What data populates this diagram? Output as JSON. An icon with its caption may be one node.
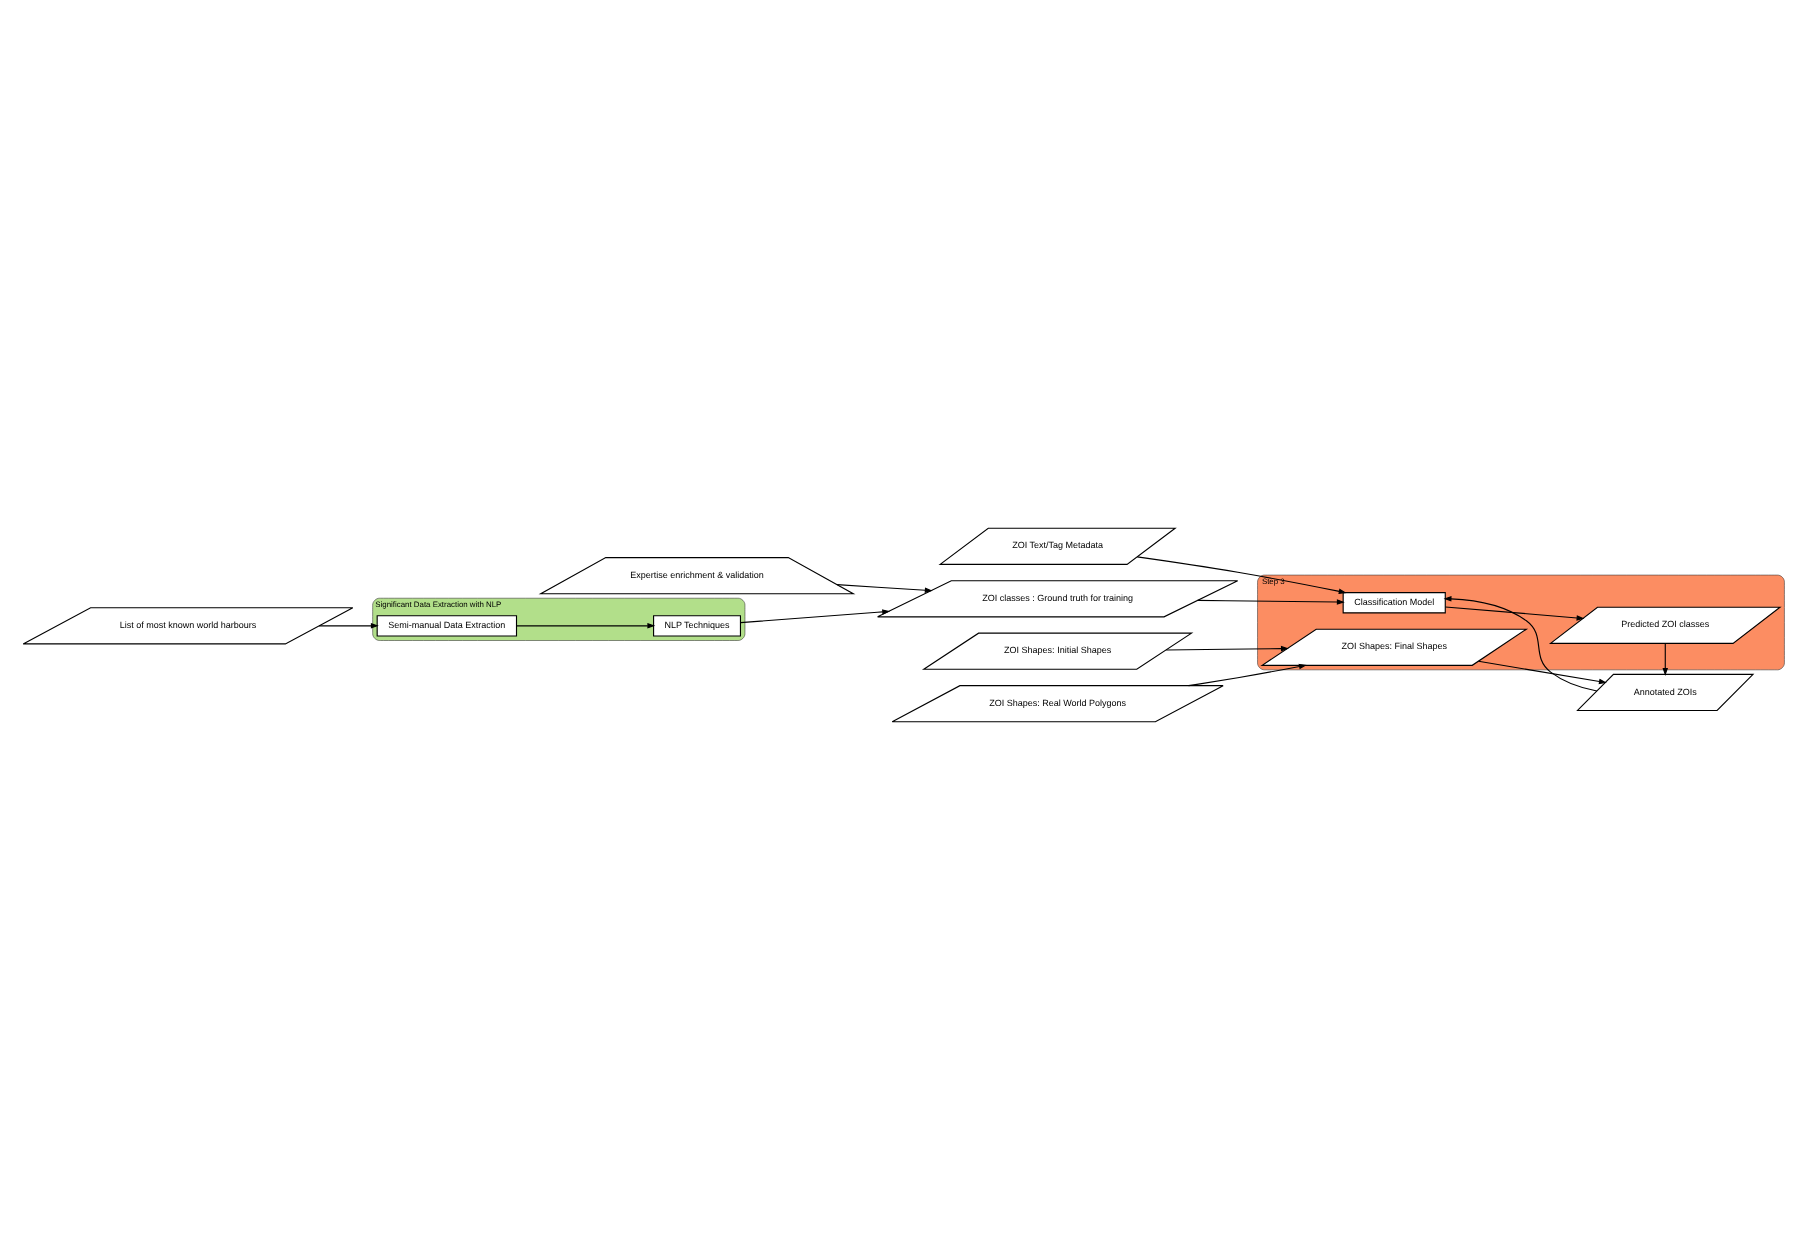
{
  "diagram": {
    "nodes": [
      {
        "text": [
          "ZOI Shapes: Initial Shapes"
        ]
      },
      {
        "text": [
          "ZOI Shapes: Real World Polygons"
        ]
      },
      {
        "text": [
          "Step 3"
        ]
      },
      {
        "text": [
          "ZOI Shapes: Final Shapes"
        ],
        "in": 2
      },
      {
        "text": [
          "ZOI Text/Tag Metadata"
        ]
      },
      {
        "text": [
          "Classification Model"
        ],
        "in": 2
      },
      {
        "text": [
          "Predicted ZOI classes"
        ],
        "in": 2
      },
      {
        "text": [
          "Annotated ZOIs"
        ]
      },
      {
        "text": [
          "Expertise enrichment & validation"
        ]
      },
      {
        "text": [
          "ZOI classes : Ground truth for training"
        ]
      },
      {
        "text": [
          "Significant Data Extraction with NLP"
        ]
      },
      {
        "text": [
          "List of most known world harbours"
        ]
      },
      {
        "text": [
          "Semi-manual Data Extraction"
        ],
        "in": 10
      },
      {
        "text": [
          "NLP Techniques"
        ],
        "in": 10
      }
    ],
    "edges": [
      {
        "from": 0,
        "to": 3,
        "arrow": "to"
      },
      {
        "from": 1,
        "to": 3,
        "arrow": "to"
      },
      {
        "from": 3,
        "to": 7,
        "arrow": "to"
      },
      {
        "from": 4,
        "to": 5,
        "arrow": "to"
      },
      {
        "from": 5,
        "to": 6,
        "arrow": "to"
      },
      {
        "from": 6,
        "to": 7,
        "arrow": "to"
      },
      {
        "from": 7,
        "to": 5,
        "arrow": "to"
      },
      {
        "from": 9,
        "to": 5,
        "arrow": "to"
      },
      {
        "from": 8,
        "to": 9,
        "arrow": "to"
      },
      {
        "from": 13,
        "to": 9,
        "arrow": "to"
      },
      {
        "from": 11,
        "to": 12,
        "arrow": "to"
      },
      {
        "from": 12,
        "to": 13,
        "arrow": "to"
      }
    ]
  }
}
